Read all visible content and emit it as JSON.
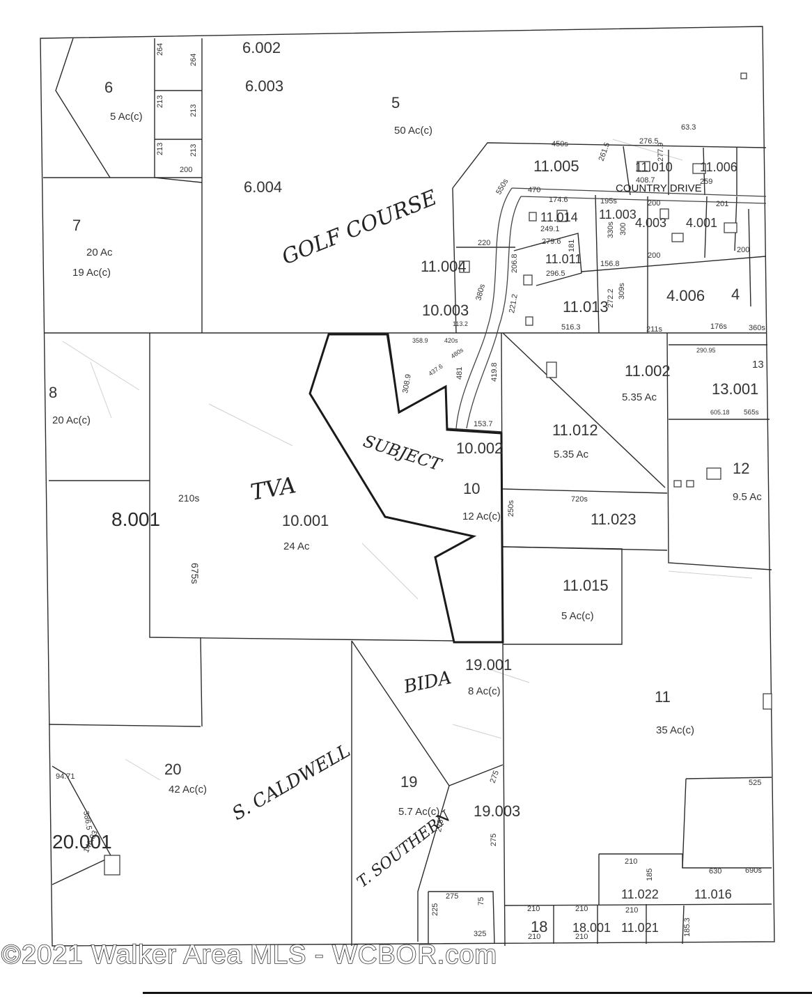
{
  "map": {
    "parcels": [
      {
        "id": "p6",
        "num": "6",
        "acres": "5 Ac(c)"
      },
      {
        "id": "p6002",
        "num": "6.002",
        "acres": ""
      },
      {
        "id": "p6003",
        "num": "6.003",
        "acres": ""
      },
      {
        "id": "p6004",
        "num": "6.004",
        "acres": ""
      },
      {
        "id": "p5",
        "num": "5",
        "acres": "50 Ac(c)"
      },
      {
        "id": "p7",
        "num": "7",
        "acres": "20 Ac"
      },
      {
        "id": "p8",
        "num": "8",
        "acres": "20 Ac(c)"
      },
      {
        "id": "p8001",
        "num": "8.001",
        "acres": ""
      },
      {
        "id": "p10001",
        "num": "10.001",
        "acres": "24 Ac"
      },
      {
        "id": "p10",
        "num": "10",
        "acres": "12 Ac(c)"
      },
      {
        "id": "p10002",
        "num": "10.002",
        "acres": ""
      },
      {
        "id": "p10003",
        "num": "10.003",
        "acres": ""
      },
      {
        "id": "p11004",
        "num": "11.004",
        "acres": ""
      },
      {
        "id": "p11005",
        "num": "11.005",
        "acres": ""
      },
      {
        "id": "p11010",
        "num": "11.010",
        "acres": ""
      },
      {
        "id": "p11006",
        "num": "11.006",
        "acres": ""
      },
      {
        "id": "p11014",
        "num": "11.014",
        "acres": ""
      },
      {
        "id": "p11003",
        "num": "11.003",
        "acres": ""
      },
      {
        "id": "p11011",
        "num": "11.011",
        "acres": ""
      },
      {
        "id": "p11013",
        "num": "11.013",
        "acres": ""
      },
      {
        "id": "p4003",
        "num": "4.003",
        "acres": ""
      },
      {
        "id": "p4001",
        "num": "4.001",
        "acres": ""
      },
      {
        "id": "p4006",
        "num": "4.006",
        "acres": ""
      },
      {
        "id": "p4",
        "num": "4",
        "acres": ""
      },
      {
        "id": "p11002",
        "num": "11.002",
        "acres": "5.35 Ac"
      },
      {
        "id": "p13001",
        "num": "13.001",
        "acres": ""
      },
      {
        "id": "p13",
        "num": "13",
        "acres": ""
      },
      {
        "id": "p11012",
        "num": "11.012",
        "acres": "5.35 Ac"
      },
      {
        "id": "p12",
        "num": "12",
        "acres": "9.5 Ac"
      },
      {
        "id": "p11023",
        "num": "11.023",
        "acres": ""
      },
      {
        "id": "p11015",
        "num": "11.015",
        "acres": "5 Ac(c)"
      },
      {
        "id": "p19001",
        "num": "19.001",
        "acres": "8 Ac(c)"
      },
      {
        "id": "p11",
        "num": "11",
        "acres": "35 Ac(c)"
      },
      {
        "id": "p20",
        "num": "20",
        "acres": "42 Ac(c)"
      },
      {
        "id": "p20001",
        "num": "20.001",
        "acres": ""
      },
      {
        "id": "p19",
        "num": "19",
        "acres": "5.7 Ac(c)"
      },
      {
        "id": "p19003",
        "num": "19.003",
        "acres": ""
      },
      {
        "id": "p11022",
        "num": "11.022",
        "acres": ""
      },
      {
        "id": "p11016",
        "num": "11.016",
        "acres": ""
      },
      {
        "id": "p18",
        "num": "18",
        "acres": ""
      },
      {
        "id": "p18001",
        "num": "18.001",
        "acres": ""
      },
      {
        "id": "p11021",
        "num": "11.021",
        "acres": ""
      }
    ],
    "extra_acres": {
      "p7_calc": "19 Ac(c)"
    },
    "road_label": "COUNTRY DRIVE",
    "dims": [
      "264",
      "264",
      "213",
      "213",
      "213",
      "213",
      "200",
      "63.3",
      "450s",
      "276.5",
      "277.9",
      "261.5",
      "550s",
      "470",
      "174.6",
      "408.7",
      "259",
      "200",
      "201",
      "249.1",
      "279.6",
      "181",
      "330s",
      "300",
      "195s",
      "200",
      "200",
      "220",
      "206.8",
      "296.5",
      "156.8",
      "380s",
      "221.2",
      "272.2",
      "309s",
      "516.3",
      "211s",
      "176s",
      "360s",
      "358.9",
      "420s",
      "437.6",
      "480s",
      "308.9",
      "481",
      "419.8",
      "153.7",
      "250s",
      "720s",
      "290.95",
      "605.18",
      "565s",
      "210s",
      "675s",
      "525",
      "275",
      "275",
      "275",
      "275",
      "210",
      "185",
      "630",
      "690s",
      "225",
      "75",
      "325",
      "210",
      "210",
      "210",
      "210",
      "210",
      "185.3",
      "94.71",
      "386.5",
      "146.03",
      "113.2"
    ],
    "annotations": {
      "golf_course": "GOLF COURSE",
      "subject": "SUBJECT",
      "tva": "TVA",
      "bida": "BIDA",
      "s_caldwell": "S. CALDWELL",
      "t_southern": "T. SOUTHERN"
    }
  },
  "watermark": "©2021 Walker Area MLS - WCBOR.com"
}
